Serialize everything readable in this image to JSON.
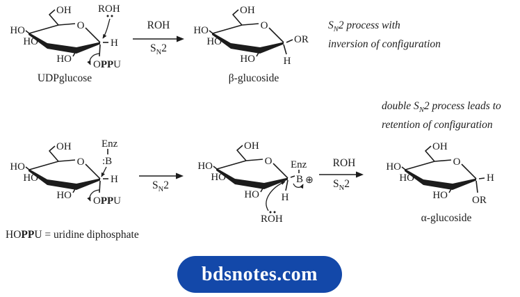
{
  "colors": {
    "ink": "#1c1c1c",
    "brand": "#1348a9"
  },
  "atoms": {
    "oh": "OH",
    "ho": "HO",
    "ring_o": "O",
    "h": "H",
    "or": "OR",
    "roh": "ROH",
    "enz": "Enz",
    "b_lone": ":B",
    "b": "B",
    "oplus": "⊕",
    "oppu_o": "O",
    "oppu_pp": "PP",
    "oppu_u": "U"
  },
  "arrows": {
    "roh": "ROH",
    "s": "S",
    "n": "N",
    "two": "2"
  },
  "labels": {
    "udpglucose": "UDPglucose",
    "beta_glucoside": "β-glucoside",
    "alpha_glucoside": "α-glucoside"
  },
  "hoppu": {
    "pre": "HO",
    "bold": "PP",
    "post": "U = uridine diphosphate"
  },
  "notes": {
    "n1_pre": "S",
    "n1_sub": "N",
    "n1_post": "2 process with",
    "n1_line2": "inversion of configuration",
    "n2_pre": "double S",
    "n2_sub": "N",
    "n2_post": "2 process leads to",
    "n2_line2": "retention of configuration"
  },
  "badge": {
    "text": "bdsnotes.com"
  }
}
